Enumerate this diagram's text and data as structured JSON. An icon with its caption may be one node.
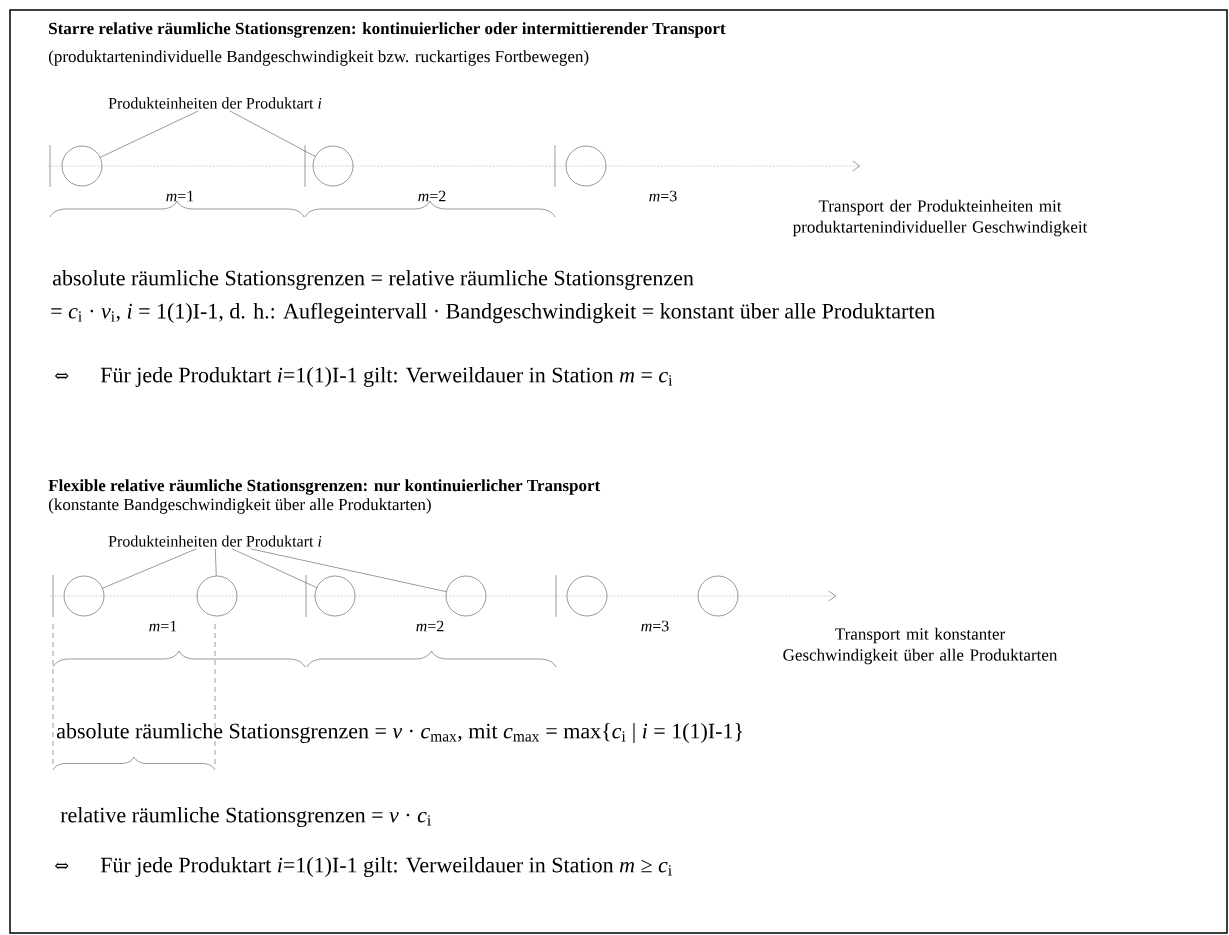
{
  "diagram": {
    "nodes": [
      {
        "text": [
          "Produkteinheiten der Produktart *i*"
        ]
      },
      {
        "text": [],
        "shape": "circle"
      },
      {
        "text": [],
        "shape": "circle"
      },
      {
        "text": [],
        "shape": "circle"
      },
      {
        "text": [
          "Produkteinheiten der Produktart *i*"
        ]
      },
      {
        "text": [],
        "shape": "circle"
      },
      {
        "text": [],
        "shape": "circle"
      },
      {
        "text": [],
        "shape": "circle"
      },
      {
        "text": [],
        "shape": "circle"
      },
      {
        "text": [],
        "shape": "circle"
      },
      {
        "text": [],
        "shape": "circle"
      }
    ],
    "edges": [
      {
        "from": 0,
        "to": 1,
        "arrow": "none"
      },
      {
        "from": 0,
        "to": 2,
        "arrow": "none"
      },
      {
        "from": 4,
        "to": 5,
        "arrow": "none"
      },
      {
        "from": 4,
        "to": 6,
        "arrow": "none"
      },
      {
        "from": 4,
        "to": 7,
        "arrow": "none"
      },
      {
        "from": 4,
        "to": 8,
        "arrow": "none"
      }
    ],
    "labels": [
      "Starre relative räumliche Stationsgrenzen: kontinuierlicher oder intermittierender Transport",
      "(produktartenindividuelle Bandgeschwindigkeit bzw. ruckartiges Fortbewegen)",
      "*m*=1",
      "*m*=2",
      "*m*=3",
      "Transport der Produkteinheiten mit produktartenindividueller Geschwindigkeit",
      "absolute räumliche Stationsgrenzen = relative räumliche Stationsgrenzen",
      "= *c*$_{i}$ · *v*$_{i}$,  *i* = 1(1)I-1, d. h.: Auflegeintervall · Bandgeschwindigkeit = konstant über alle Produktarten",
      "⇔",
      "Für jede Produktart *i*=1(1)I-1 gilt:   Verweildauer in Station *m* = *c*$_{i}$",
      "Flexible relative räumliche Stationsgrenzen: nur kontinuierlicher Transport",
      "(konstante Bandgeschwindigkeit über alle Produktarten)",
      "*m*=1",
      "*m*=2",
      "*m*=3",
      "Transport mit konstanter Geschwindigkeit über alle Produktarten",
      "absolute räumliche Stationsgrenzen = *v* · *c*$_{max}$,  mit *c*$_{max}$ = max{*c*$_{i}$ | *i* = 1(1)I-1}",
      "relative räumliche Stationsgrenzen = *v* · *c*$_{i}$",
      "⇔",
      "Für jede Produktart *i*=1(1)I-1 gilt:   Verweildauer in Station *m* ≥ *c*$_{i}$"
    ]
  }
}
